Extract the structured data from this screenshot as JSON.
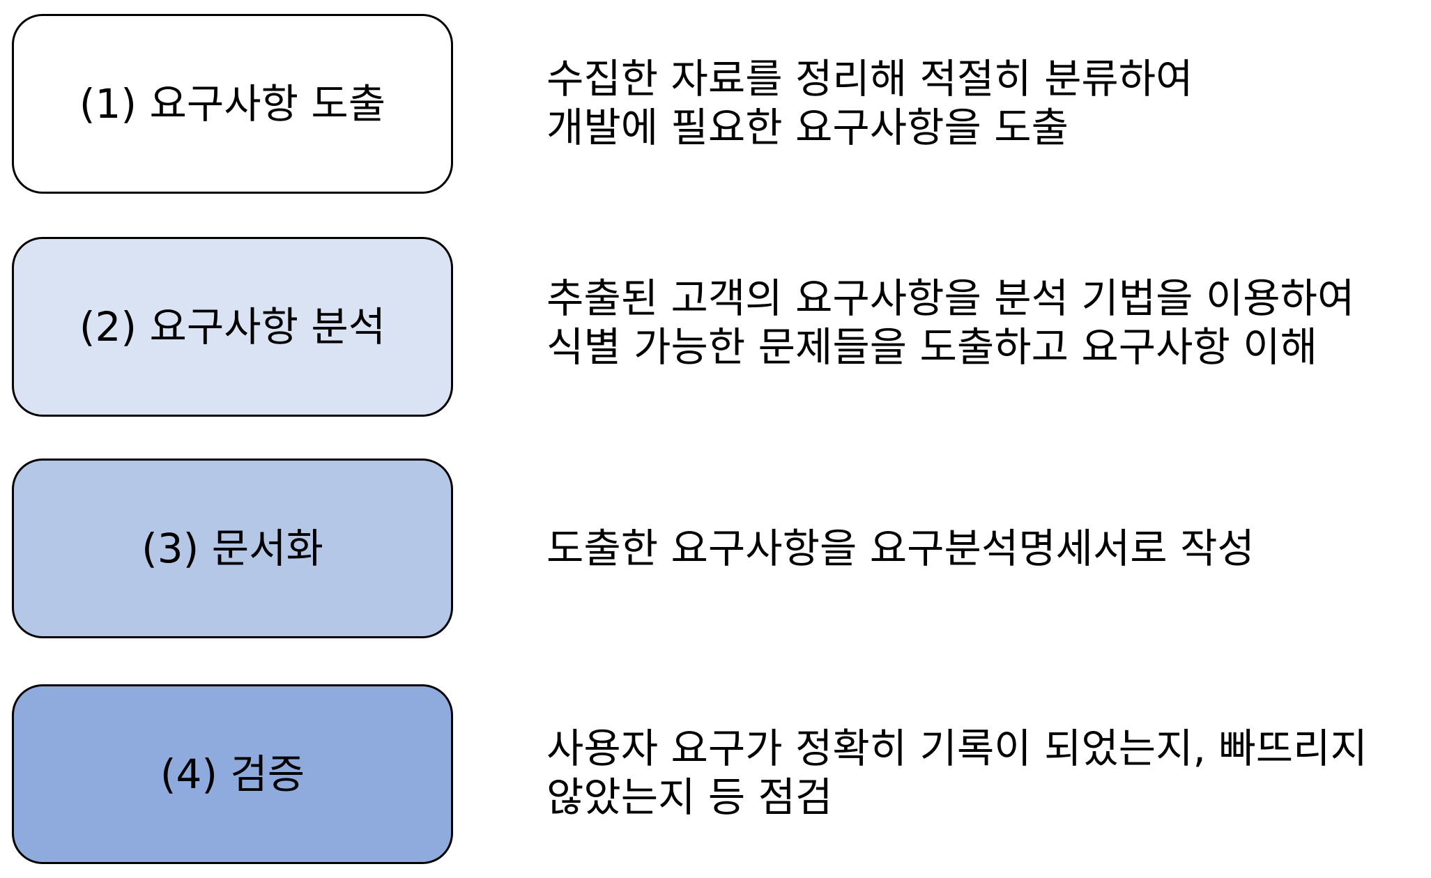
{
  "steps": [
    {
      "label": "(1) 요구사항 도출",
      "fill": "#ffffff",
      "description": [
        "수집한 자료를 정리해 적절히 분류하여",
        "개발에 필요한 요구사항을 도출"
      ]
    },
    {
      "label": "(2) 요구사항 분석",
      "fill": "#dae3f3",
      "description": [
        "추출된 고객의 요구사항을 분석 기법을 이용하여",
        "식별 가능한 문제들을 도출하고 요구사항 이해"
      ]
    },
    {
      "label": "(3) 문서화",
      "fill": "#b4c7e7",
      "description": [
        "도출한 요구사항을 요구분석명세서로 작성"
      ]
    },
    {
      "label": "(4) 검증",
      "fill": "#8faadc",
      "description": [
        "사용자 요구가 정확히 기록이 되었는지, 빠뜨리지",
        "않았는지 등 점검"
      ]
    }
  ]
}
